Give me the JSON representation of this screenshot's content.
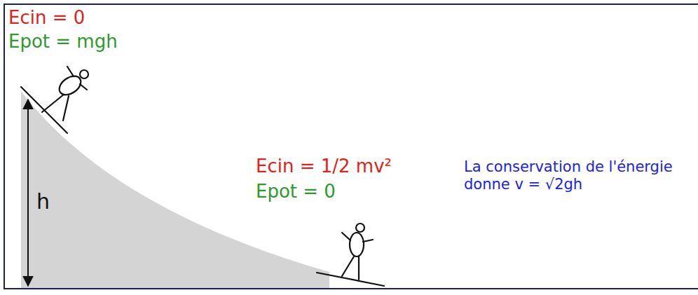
{
  "diagram": {
    "labels": [
      "Ecin = 0",
      "Epot = mgh",
      "h",
      "Ecin = 1/2 mv²",
      "Epot = 0",
      "La conservation de l'énergie donne v = √2gh"
    ]
  }
}
